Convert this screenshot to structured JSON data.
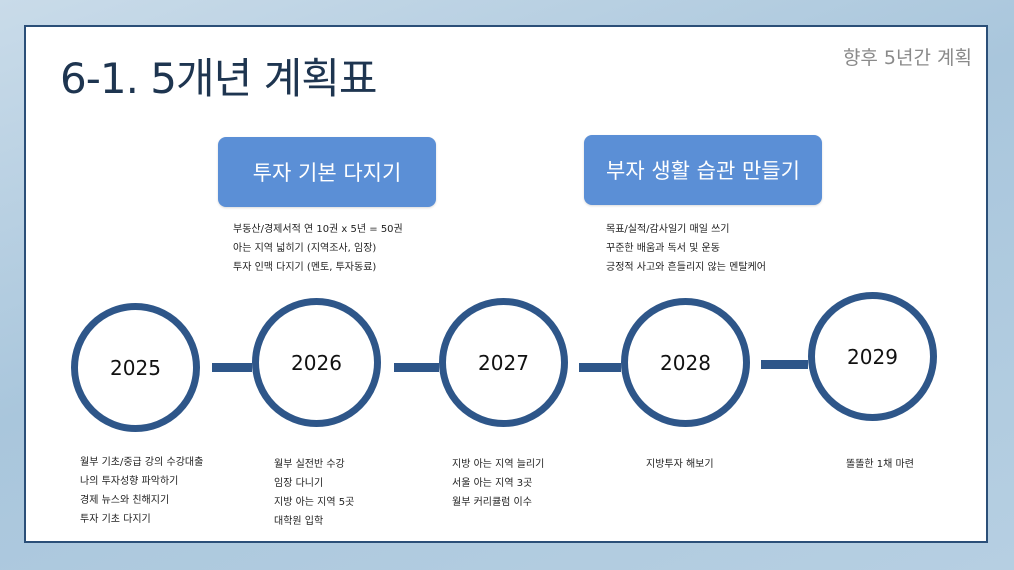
{
  "header": {
    "title": "6-1. 5개년 계획표",
    "subtitle": "향후 5년간 계획"
  },
  "goals": [
    {
      "label": "투자 기본 다지기",
      "notes": [
        "부동산/경제서적 연 10권 x 5년 = 50권",
        "아는 지역 넓히기 (지역조사, 임장)",
        "투자 인맥 다지기 (멘토, 투자동료)"
      ]
    },
    {
      "label": "부자 생활 습관 만들기",
      "notes": [
        "목표/실적/감사일기 매일 쓰기",
        "꾸준한 배움과 독서 및 운동",
        "긍정적 사고와 흔들리지 않는 멘탈케어"
      ]
    }
  ],
  "timeline": [
    {
      "year": "2025",
      "items": [
        "월부 기초/중급 강의 수강대출",
        "나의 투자성향 파악하기",
        "경제 뉴스와 친해지기",
        "투자 기초 다지기"
      ]
    },
    {
      "year": "2026",
      "items": [
        "월부 실전반 수강",
        "임장 다니기",
        "지방 아는 지역 5곳",
        "대학원 입학"
      ]
    },
    {
      "year": "2027",
      "items": [
        "지방 아는 지역 늘리기",
        "서울 아는 지역 3곳",
        "월부 커리큘럼 이수"
      ]
    },
    {
      "year": "2028",
      "items": [
        "지방투자 해보기"
      ]
    },
    {
      "year": "2029",
      "items": [
        "똘똘한 1채 마련"
      ]
    }
  ],
  "colors": {
    "circle_border": "#2e5689",
    "goal_box": "#5b8fd6",
    "title": "#1e3550"
  }
}
